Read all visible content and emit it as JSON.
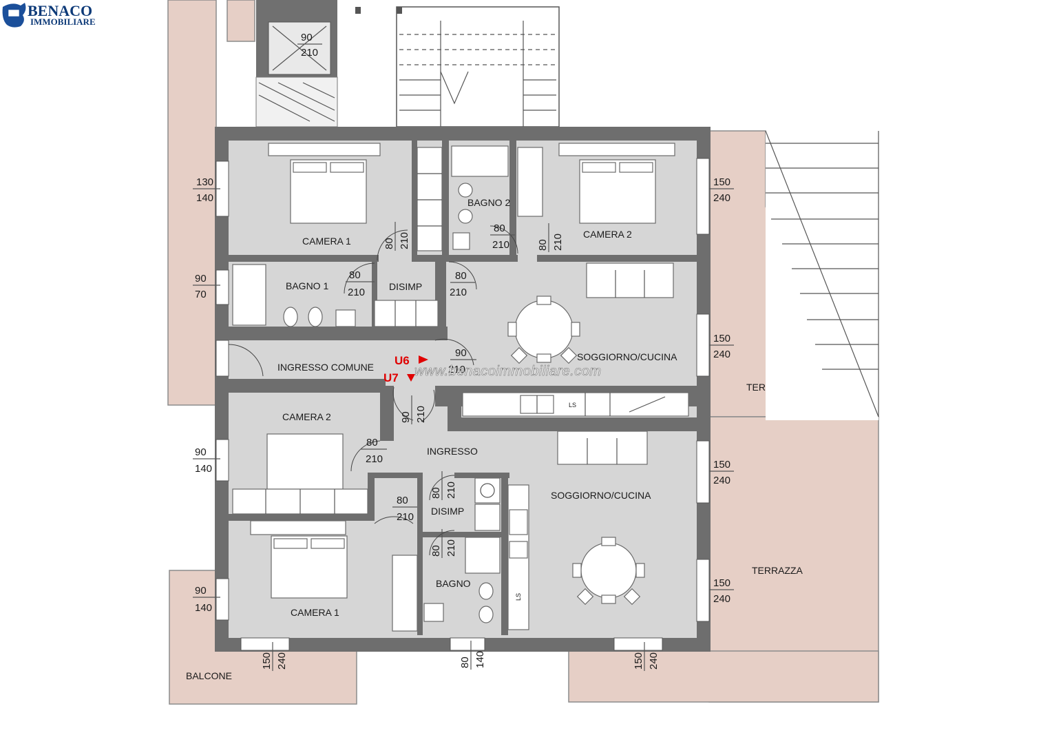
{
  "brand": {
    "name": "BENACO",
    "subtitle": "IMMOBILIARE",
    "badge_text": "BENACO IMMOBILIARE",
    "color": "#0d3a78"
  },
  "watermark": "www.benacoimmobiliare.com",
  "colors": {
    "wall": "#6e6e6e",
    "floor": "#d6d6d6",
    "terrace": "#e6cfc6",
    "unit_marker": "#e00000"
  },
  "rooms": {
    "u6_camera_1": "CAMERA 1",
    "u6_bagno_2": "BAGNO 2",
    "u6_camera_2": "CAMERA 2",
    "u6_bagno_1": "BAGNO 1",
    "u6_disimp": "DISIMP",
    "u6_soggiorno": "SOGGIORNO/CUCINA",
    "ingresso_comune": "INGRESSO COMUNE",
    "u7_camera_2": "CAMERA 2",
    "u7_ingresso": "INGRESSO",
    "u7_disimp": "DISIMP",
    "u7_soggiorno": "SOGGIORNO/CUCINA",
    "u7_camera_1": "CAMERA 1",
    "u7_bagno": "BAGNO",
    "terrazza_1": "TERRAZZA",
    "terrazza_2": "TERRAZZA",
    "balcone": "BALCONE"
  },
  "units": {
    "u6": "U6",
    "u7": "U7"
  },
  "fixtures": {
    "sink_u6": "LS",
    "sink_u7": "LS"
  },
  "openings": {
    "top_door": {
      "w": "90",
      "h": "210"
    },
    "w_left_1": {
      "w": "130",
      "h": "140"
    },
    "w_left_2": {
      "w": "90",
      "h": "70"
    },
    "w_left_3": {
      "w": "90",
      "h": "140"
    },
    "w_left_4": {
      "w": "90",
      "h": "140"
    },
    "w_right_1": {
      "w": "150",
      "h": "240"
    },
    "w_right_2": {
      "w": "150",
      "h": "240"
    },
    "w_right_3": {
      "w": "150",
      "h": "240"
    },
    "w_right_4": {
      "w": "150",
      "h": "240"
    },
    "d_camera1": {
      "w": "80",
      "h": "210"
    },
    "d_bagno2": {
      "w": "80",
      "h": "210"
    },
    "d_camera2": {
      "w": "80",
      "h": "210"
    },
    "d_bagno1": {
      "w": "80",
      "h": "210"
    },
    "d_disimp": {
      "w": "80",
      "h": "210"
    },
    "d_u6_entry": {
      "w": "90",
      "h": "210"
    },
    "d_u7_entry": {
      "w": "90",
      "h": "210"
    },
    "d_u7_cam2": {
      "w": "80",
      "h": "210"
    },
    "d_u7_disimp": {
      "w": "80",
      "h": "210"
    },
    "d_u7_rip": {
      "w": "80",
      "h": "210"
    },
    "d_u7_bagno": {
      "w": "80",
      "h": "210"
    },
    "w_bottom_1": {
      "w": "150",
      "h": "240"
    },
    "w_bottom_2": {
      "w": "80",
      "h": "140"
    },
    "w_bottom_3": {
      "w": "150",
      "h": "240"
    }
  }
}
